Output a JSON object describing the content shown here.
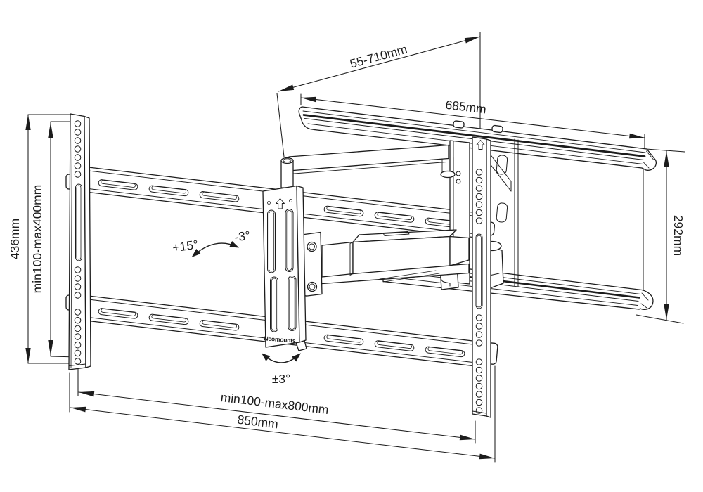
{
  "colors": {
    "line": "#1c1c1c",
    "background": "#ffffff"
  },
  "diagram": {
    "brand_label": "Neomounts",
    "dimensions": {
      "wall_distance": "55-710mm",
      "wall_plate_width": "685mm",
      "wall_plate_height": "292mm",
      "bracket_height": "436mm",
      "vesa_height_range": "min100-max400mm",
      "vesa_width_range": "min100-max800mm",
      "total_width": "850mm"
    },
    "angles": {
      "tilt_up": "+15°",
      "tilt_down": "-3°",
      "swivel_level": "±3°"
    }
  }
}
